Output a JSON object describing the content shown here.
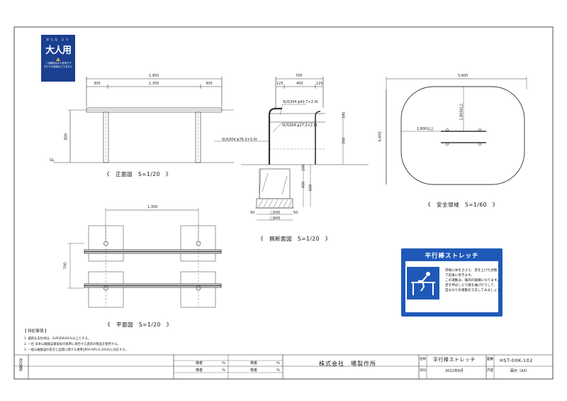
{
  "badge": {
    "ruby": "おとな よう",
    "title": "大人用",
    "line1": "この器具は大人専用です",
    "line2": "子どもの使用はできません"
  },
  "front_view": {
    "caption": "《　正面図　S=1/20　》",
    "dims": {
      "total": "1,950",
      "left": "300",
      "middle": "1,350",
      "right": "300",
      "height": "800",
      "gl": "GL"
    }
  },
  "side_view": {
    "caption": "《　側断面図　S=1/20　》",
    "dims": {
      "total": "700",
      "a": "125",
      "b": "450",
      "c": "125",
      "h1": "100",
      "h2": "300",
      "h3": "100",
      "h4": "400",
      "h5": "600",
      "base_l": "50",
      "base_r": "50",
      "sq1": "□500",
      "sq2": "□600"
    },
    "labels": {
      "pipe1": "SUS304 φ42.7×2.0t",
      "pipe2": "SUS304 φ27.2×2.0t",
      "pipe3": "SUS304 φ76.3×3.0t"
    }
  },
  "safety_zone": {
    "caption": "《　安全領域　S=1/60　》",
    "dims": {
      "width": "5,600",
      "height": "4,600",
      "v": "1,800以上",
      "h": "1,800以上"
    }
  },
  "plan_view": {
    "caption": "《　平面図　S=1/20　》",
    "dims": {
      "width": "1,350",
      "depth": "700"
    }
  },
  "sign": {
    "title": "平行棒ストレッチ",
    "lines": [
      "両端に体をささえ、足を上げた状態",
      "で前後に歩きます。",
      "この運動は、筋肉の鍛練になります。",
      "足を伸ばしたり膝を曲げたりして、",
      "自分なりの運動を工夫してみましょう。"
    ]
  },
  "notes": {
    "heading": "【 特記事項 】",
    "items": [
      "1. 器具な支柱材は、SUS304(KA3)以上とする。",
      "2. 一社 日本公園施設業協会の基準に適合する遊具の製品を使用する。",
      "3. 一般公園施設の安全と品質に関する規準(JPFA-SPS-S:2014)に対応する。"
    ]
  },
  "title_block": {
    "left_label": "改訂履歴",
    "check_labels": [
      "検者",
      "検者",
      "検者",
      "検者"
    ],
    "check_mark": "％",
    "company": "株式会社　場製作所",
    "name_label": "名称",
    "date_label": "日付",
    "name": "平行棒ストレッチ",
    "date": "2022年6月",
    "num_label": "図番",
    "scale_label": "尺度",
    "number": "HST-00K-102",
    "scale": "図示（A3）"
  },
  "colors": {
    "line": "#222222",
    "sign_blue": "#1f59b8",
    "badge_blue": "#1b3f8f"
  }
}
